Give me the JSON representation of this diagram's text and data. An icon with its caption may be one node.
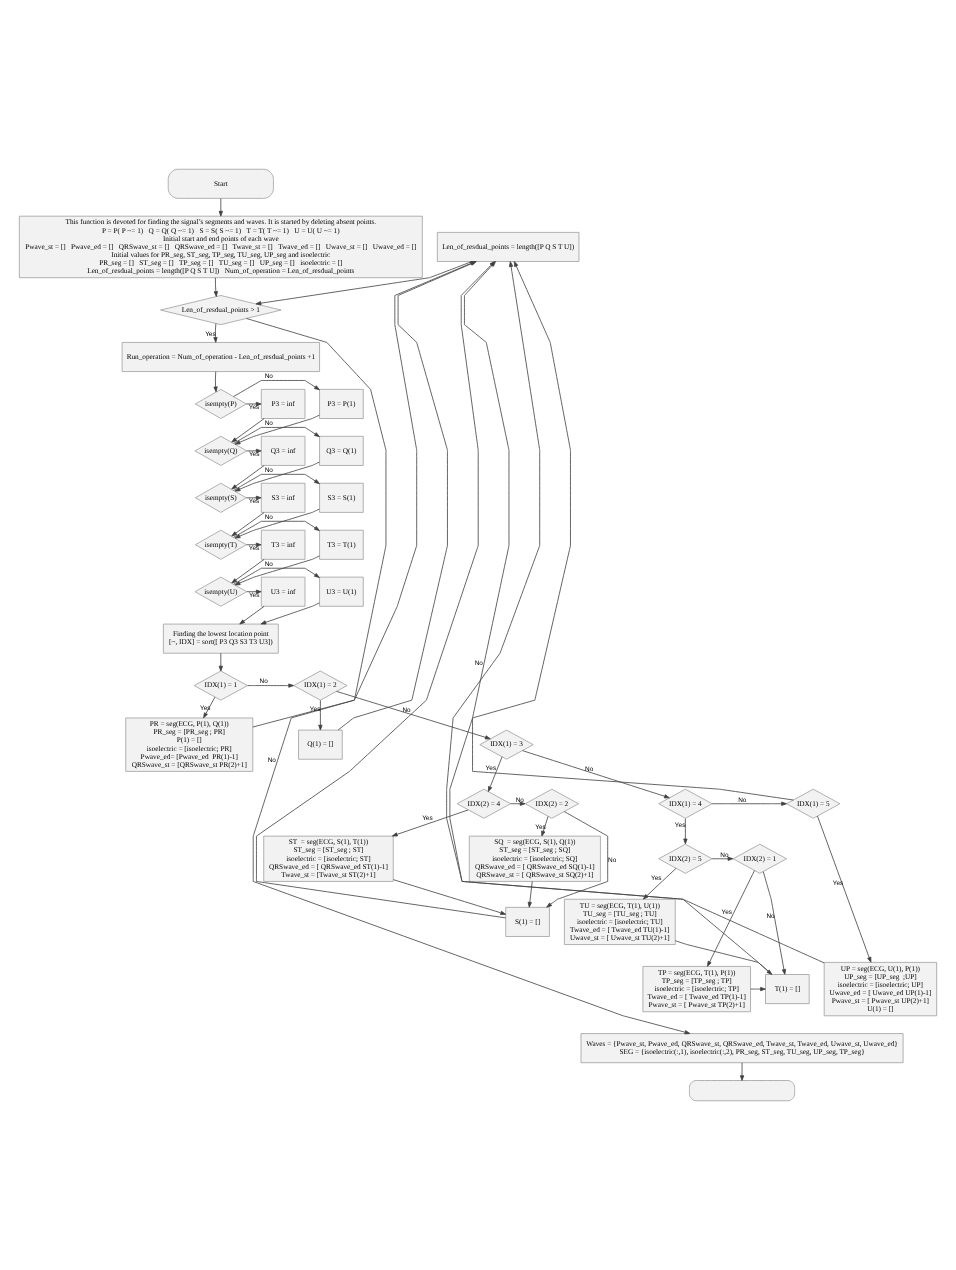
{
  "diagram": {
    "nodes": [
      {
        "text": [
          "Start"
        ]
      },
      {
        "text": [
          "This function is devoted for finding the signal’s segments and waves. It is started by deleting absent points.",
          "P = P( P ~= 1)   Q = Q( Q ~= 1)   S = S( S ~= 1)   T = T( T ~= 1)   U = U( U ~= 1)",
          "Initial start and end points of each wave",
          "Pwave_st = []   Pwave_ed = []   QRSwave_st = []   QRSwave_ed = []   Twave_st = []   Twave_ed = []   Uwave_st = []   Uwave_ed = []",
          "Initial values for PR_seg, ST_seg, TP_seg, TU_seg, UP_seg and isoelectric",
          "PR_seg = []   ST_seg = []   TP_seg = []   TU_seg = []   UP_seg = []   isoelectric = []",
          "Len_of_resdual_points = length([P Q S T U])   Num_of_operation = Len_of_resdual_points"
        ]
      },
      {
        "text": [
          "Len_of_resdual_points = length([P Q S T U])"
        ]
      },
      {
        "text": [
          "Len_of_resdual_points > 1"
        ]
      },
      {
        "text": [
          "Run_operation = Num_of_operation - Len_of_resdual_points +1"
        ]
      },
      {
        "text": [
          "isempty(P)"
        ]
      },
      {
        "text": [
          "P3 = P(1)"
        ]
      },
      {
        "text": [
          "P3 = inf"
        ]
      },
      {
        "text": [
          "isempty(Q)"
        ]
      },
      {
        "text": [
          "Q3 = Q(1)"
        ]
      },
      {
        "text": [
          "Q3 = inf"
        ]
      },
      {
        "text": [
          "isempty(S)"
        ]
      },
      {
        "text": [
          "S3 = S(1)"
        ]
      },
      {
        "text": [
          "S3 = inf"
        ]
      },
      {
        "text": [
          "isempty(T)"
        ]
      },
      {
        "text": [
          "T3 = T(1)"
        ]
      },
      {
        "text": [
          "T3 = inf"
        ]
      },
      {
        "text": [
          "isempty(U)"
        ]
      },
      {
        "text": [
          "U3 = U(1)"
        ]
      },
      {
        "text": [
          "U3 = inf"
        ]
      },
      {
        "text": [
          "Finding the lowest location point",
          "[~, IDX] = sort([ P3 Q3 S3 T3 U3])"
        ]
      },
      {
        "text": [
          "IDX(1) = 1"
        ]
      },
      {
        "text": [
          "PR = seg(ECG, P(1), Q(1))",
          "PR_seg = [PR_seg ; PR]",
          "P(1) = []",
          "isoelectric = [isoelectric; PR]",
          "Pwave_ed= [Pwave_ed  PR(1)-1]",
          "QRSwave_st = [QRSwave_st PR(2)+1]"
        ]
      },
      {
        "text": [
          "IDX(1) = 2"
        ]
      },
      {
        "text": [
          "Q(1) = []"
        ]
      },
      {
        "text": [
          "IDX(1) = 3"
        ]
      },
      {
        "text": [
          "IDX(2) = 4"
        ]
      },
      {
        "text": [
          "IDX(2) = 2"
        ]
      },
      {
        "text": [
          "SQ  = seg(ECG, S(1), Q(1))",
          "ST_seg = [ST_seg ; SQ]",
          "isoelectric = [isoelectric; SQ]",
          "QRSwave_ed = [ QRSwave_ed SQ(1)-1]",
          "QRSwave_st = [ QRSwave_st SQ(2)+1]"
        ]
      },
      {
        "text": [
          "ST  = seg(ECG, S(1), T(1))",
          "ST_seg = [ST_seg ; ST]",
          "isoelectric = [isoelectric; ST]",
          "QRSwave_ed = [ QRSwave_ed ST(1)-1]",
          "Twave_st = [Twave_st ST(2)+1]"
        ]
      },
      {
        "text": [
          "S(1) = []"
        ]
      },
      {
        "text": [
          "IDX(1) = 5"
        ]
      },
      {
        "text": [
          "UP = seg(ECG, U(1), P(1))",
          "UP_seg = [UP_seg  ;UP]",
          "isoelectric = [isoelectric; UP]",
          "Uwave_ed = [ Uwave_ed UP(1)-1]",
          "Pwave_st = [ Pwave_st UP(2)+1]",
          "U(1) = []"
        ]
      },
      {
        "text": [
          "IDX(1) = 4"
        ]
      },
      {
        "text": [
          "IDX(2) = 5"
        ]
      },
      {
        "text": [
          "IDX(2) = 1"
        ]
      },
      {
        "text": [
          "TP = seg(ECG, T(1), P(1))",
          "TP_seg = [TP_seg ; TP]",
          "isoelectric = [isoelectric; TP]",
          "Twave_ed = [ Twave_ed TP(1)-1]",
          "Pwave_st = [ Pwave_st TP(2)+1]"
        ]
      },
      {
        "text": [
          "TU = seg(ECG, T(1), U(1))",
          "TU_seg = [TU_seg ; TU]",
          "isoelectric = [isoelectric; TU]",
          "Twave_ed = [ Twave_ed TU(1)-1]",
          "Uwave_st = [ Uwave_st TU(2)+1]"
        ]
      },
      {
        "text": [
          "T(1) = []"
        ]
      },
      {
        "text": [
          "Waves = {Pwave_st, Pwave_ed, QRSwave_st, QRSwave_ed, Twave_st, Twave_ed, Uwave_st, Uwave_ed}",
          "SEG = {isoelectric(:,1), isoelectric(:,2), PR_seg, ST_seg, TU_seg, UP_seg, TP_seg}"
        ]
      },
      {
        "text": [],
        "shape": "box"
      }
    ],
    "edges": [
      {
        "from": 0,
        "to": 1,
        "arrow": "to"
      },
      {
        "from": 1,
        "to": 3,
        "arrow": "to"
      },
      {
        "from": 2,
        "to": 3,
        "arrow": "to"
      },
      {
        "from": 3,
        "to": 4,
        "arrow": "to",
        "label": "Yes"
      },
      {
        "from": 3,
        "to": 39,
        "arrow": "to",
        "label": "No"
      },
      {
        "from": 4,
        "to": 5,
        "arrow": "to"
      },
      {
        "from": 5,
        "to": 6,
        "arrow": "to",
        "label": "No"
      },
      {
        "from": 5,
        "to": 7,
        "arrow": "to",
        "label": "Yes"
      },
      {
        "from": 6,
        "to": 8,
        "arrow": "to"
      },
      {
        "from": 7,
        "to": 8,
        "arrow": "to"
      },
      {
        "from": 8,
        "to": 9,
        "arrow": "to",
        "label": "No"
      },
      {
        "from": 8,
        "to": 10,
        "arrow": "to",
        "label": "Yes"
      },
      {
        "from": 9,
        "to": 11,
        "arrow": "to"
      },
      {
        "from": 10,
        "to": 11,
        "arrow": "to"
      },
      {
        "from": 11,
        "to": 12,
        "arrow": "to",
        "label": "No"
      },
      {
        "from": 11,
        "to": 13,
        "arrow": "to",
        "label": "Yes"
      },
      {
        "from": 12,
        "to": 14,
        "arrow": "to"
      },
      {
        "from": 13,
        "to": 14,
        "arrow": "to"
      },
      {
        "from": 14,
        "to": 15,
        "arrow": "to",
        "label": "No"
      },
      {
        "from": 14,
        "to": 16,
        "arrow": "to",
        "label": "Yes"
      },
      {
        "from": 15,
        "to": 17,
        "arrow": "to"
      },
      {
        "from": 16,
        "to": 17,
        "arrow": "to"
      },
      {
        "from": 17,
        "to": 18,
        "arrow": "to",
        "label": "No"
      },
      {
        "from": 17,
        "to": 19,
        "arrow": "to",
        "label": "Yes"
      },
      {
        "from": 18,
        "to": 20,
        "arrow": "to"
      },
      {
        "from": 19,
        "to": 20,
        "arrow": "to"
      },
      {
        "from": 20,
        "to": 21,
        "arrow": "to"
      },
      {
        "from": 21,
        "to": 22,
        "arrow": "to",
        "label": "Yes"
      },
      {
        "from": 21,
        "to": 23,
        "arrow": "to",
        "label": "No"
      },
      {
        "from": 23,
        "to": 24,
        "arrow": "to",
        "label": "Yes"
      },
      {
        "from": 23,
        "to": 25,
        "arrow": "to",
        "label": "No"
      },
      {
        "from": 25,
        "to": 26,
        "arrow": "to",
        "label": "Yes"
      },
      {
        "from": 25,
        "to": 33,
        "arrow": "to",
        "label": "No"
      },
      {
        "from": 26,
        "to": 27,
        "arrow": "to",
        "label": "No"
      },
      {
        "from": 26,
        "to": 29,
        "arrow": "to",
        "label": "Yes"
      },
      {
        "from": 27,
        "to": 28,
        "arrow": "to",
        "label": "Yes"
      },
      {
        "from": 27,
        "to": 30,
        "arrow": "to",
        "label": "No"
      },
      {
        "from": 28,
        "to": 30,
        "arrow": "to"
      },
      {
        "from": 29,
        "to": 30,
        "arrow": "to"
      },
      {
        "from": 22,
        "to": 2,
        "arrow": "to"
      },
      {
        "from": 24,
        "to": 2,
        "arrow": "to"
      },
      {
        "from": 30,
        "to": 2,
        "arrow": "to"
      },
      {
        "from": 31,
        "to": 2,
        "arrow": "to",
        "label": "No"
      },
      {
        "from": 32,
        "to": 2,
        "arrow": "to"
      },
      {
        "from": 38,
        "to": 2,
        "arrow": "to"
      },
      {
        "from": 33,
        "to": 31,
        "arrow": "to",
        "label": "No"
      },
      {
        "from": 33,
        "to": 34,
        "arrow": "to",
        "label": "Yes"
      },
      {
        "from": 31,
        "to": 32,
        "arrow": "to",
        "label": "Yes"
      },
      {
        "from": 34,
        "to": 35,
        "arrow": "to",
        "label": "No"
      },
      {
        "from": 34,
        "to": 37,
        "arrow": "to",
        "label": "Yes"
      },
      {
        "from": 35,
        "to": 36,
        "arrow": "to",
        "label": "Yes"
      },
      {
        "from": 35,
        "to": 38,
        "arrow": "to",
        "label": "No"
      },
      {
        "from": 36,
        "to": 38,
        "arrow": "to"
      },
      {
        "from": 37,
        "to": 38,
        "arrow": "to"
      },
      {
        "from": 39,
        "to": 40,
        "arrow": "to"
      }
    ]
  }
}
